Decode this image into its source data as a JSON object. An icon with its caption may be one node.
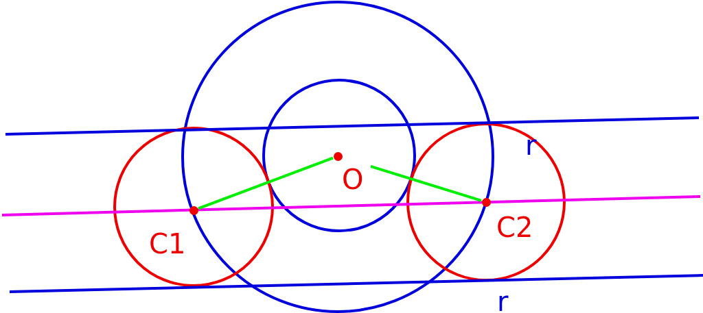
{
  "diagram": {
    "nodes": [
      {
        "text": [
          "O"
        ]
      },
      {
        "text": [
          "C1"
        ]
      },
      {
        "text": [
          "C2"
        ]
      }
    ],
    "edges": [
      {
        "from": 0,
        "to": 1,
        "arrow": "none"
      },
      {
        "from": 0,
        "to": 2,
        "arrow": "none"
      }
    ],
    "labels": [
      "r",
      "r"
    ]
  }
}
